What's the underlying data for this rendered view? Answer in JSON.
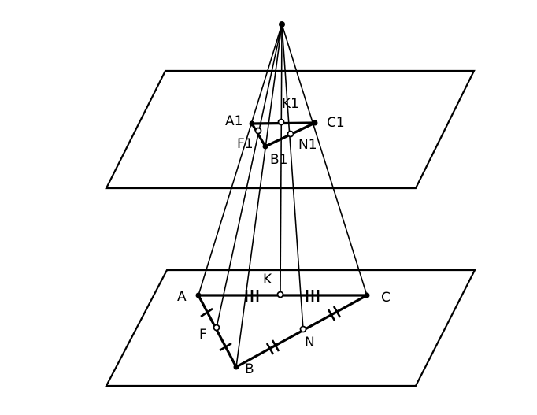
{
  "diagram": {
    "labels": {
      "A": "A",
      "B": "B",
      "C": "C",
      "F": "F",
      "N": "N",
      "K": "K",
      "A1": "A1",
      "B1": "B1",
      "C1": "C1",
      "F1": "F1",
      "N1": "N1",
      "K1": "K1"
    },
    "stroke_color": "#000000",
    "background": "#ffffff"
  }
}
